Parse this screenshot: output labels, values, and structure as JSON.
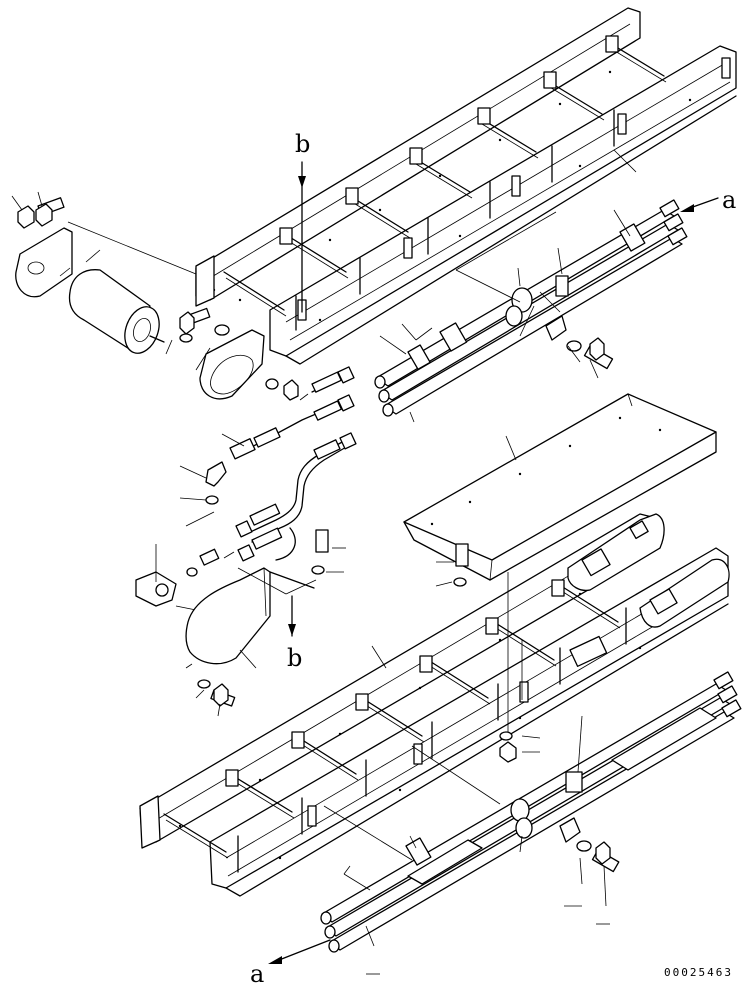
{
  "labels": {
    "view_a_top": "a",
    "view_b_top": "b",
    "view_b_bottom": "b",
    "view_a_bottom": "a"
  },
  "drawing_code": "00025463",
  "colors": {
    "line": "#000000",
    "background": "#ffffff"
  }
}
